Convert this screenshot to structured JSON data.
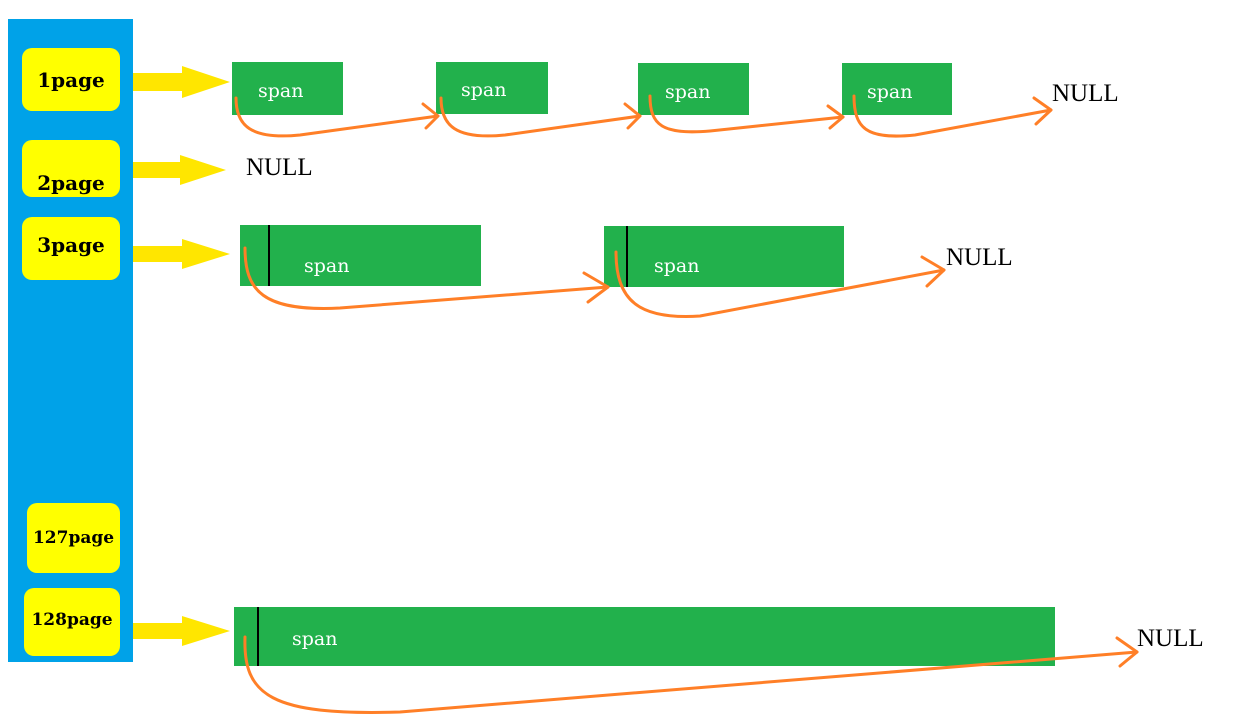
{
  "buckets": {
    "b1": {
      "label": "1page"
    },
    "b2": {
      "label": "2page"
    },
    "b3": {
      "label": "3page"
    },
    "b127": {
      "label": "127page"
    },
    "b128": {
      "label": "128page"
    }
  },
  "spans": {
    "row1": [
      "span",
      "span",
      "span",
      "span"
    ],
    "row3": [
      "span",
      "span"
    ],
    "row128": [
      "span"
    ]
  },
  "null_label": "NULL",
  "colors": {
    "bucket_bar": "#00a2e8",
    "page_label": "#ffff00",
    "bucket_arrow": "#ffe600",
    "span_block": "#22b14c",
    "link_arrow": "#ff7f27"
  }
}
